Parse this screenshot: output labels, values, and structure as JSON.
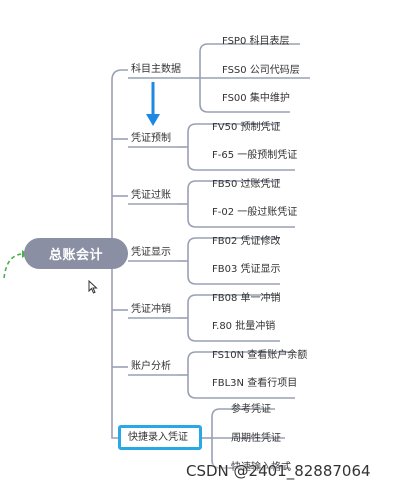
{
  "root": {
    "label": "总账会计"
  },
  "branches": [
    {
      "label": "科目主数据",
      "children": [
        "FSP0 科目表层",
        "FSS0 公司代码层",
        "FS00 集中维护"
      ]
    },
    {
      "label": "凭证预制",
      "children": [
        "FV50 预制凭证",
        "F-65 一般预制凭证"
      ]
    },
    {
      "label": "凭证过账",
      "children": [
        "FB50 过账凭证",
        "F-02 一般过账凭证"
      ]
    },
    {
      "label": "凭证显示",
      "children": [
        "FB02 凭证修改",
        "FB03 凭证显示"
      ]
    },
    {
      "label": "凭证冲销",
      "children": [
        "FB08 单一冲销",
        "F.80 批量冲销"
      ]
    },
    {
      "label": "账户分析",
      "children": [
        "FS10N 查看账户余额",
        "FBL3N 查看行项目"
      ]
    },
    {
      "label": "快捷录入凭证",
      "children": [
        "参考凭证",
        "周期性凭证",
        "快速输入格式"
      ]
    }
  ],
  "watermark": "CSDN @2401_82887064",
  "colors": {
    "line": "#9aa0b4",
    "root_fill": "#8a8fa3",
    "highlight": "#29a8e6",
    "arrow": "#1e88e5",
    "dashed": "#4caf50"
  }
}
